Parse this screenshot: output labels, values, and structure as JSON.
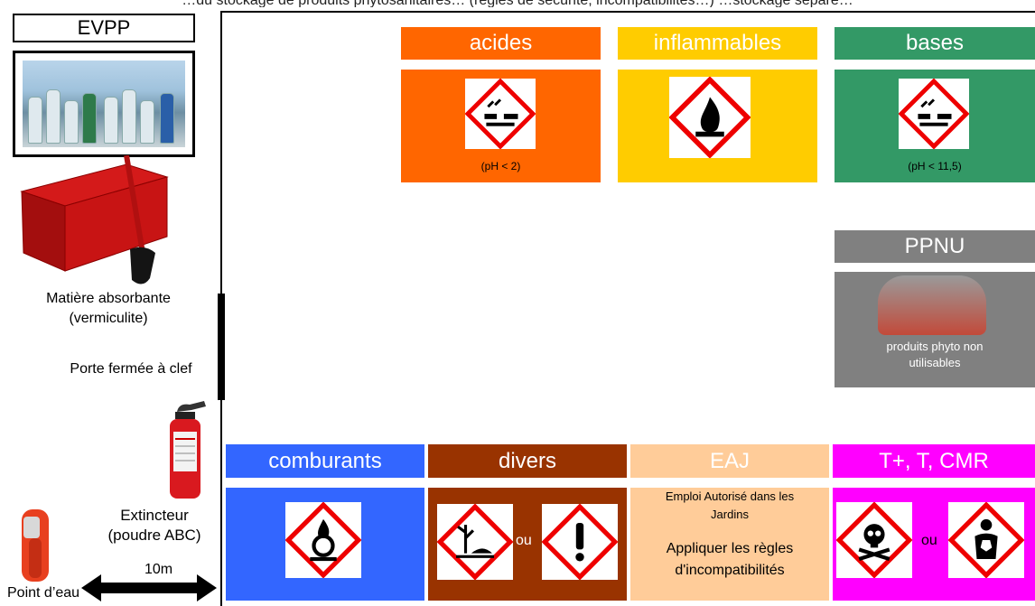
{
  "top_text": "…du stockage de produits phytosanitaires… (règles de sécurité, incompatibilités…) …stockage séparé…",
  "left": {
    "evpp_label": "EVPP",
    "absorbent_label_1": "Matière absorbante",
    "absorbent_label_2": "(vermiculite)",
    "door_label": "Porte fermée à clef",
    "extinguisher_label_1": "Extincteur",
    "extinguisher_label_2": "(poudre ABC)",
    "distance_label": "10m",
    "water_point_label": "Point d’eau"
  },
  "zones": {
    "acides": {
      "label": "acides",
      "note": "(pH < 2)",
      "color": "#ff6600",
      "icon": "corrosion-icon"
    },
    "inflammables": {
      "label": "inflammables",
      "color": "#ffcc00",
      "icon": "flame-icon"
    },
    "bases": {
      "label": "bases",
      "note": "(pH < 11,5)",
      "color": "#339966",
      "icon": "corrosion-icon"
    },
    "ppnu": {
      "label": "PPNU",
      "note_1": "produits phyto non",
      "note_2": "utilisables",
      "color": "#808080"
    },
    "comburants": {
      "label": "comburants",
      "color": "#3366ff",
      "icon": "flame-over-circle-icon"
    },
    "divers": {
      "label": "divers",
      "ou": "ou",
      "color": "#993300",
      "icons": [
        "environment-icon",
        "exclamation-icon"
      ]
    },
    "eaj": {
      "label": "EAJ",
      "note_1": "Emploi Autorisé dans les",
      "note_2": "Jardins",
      "note_3": "Appliquer les règles",
      "note_4": "d'incompatibilités",
      "color": "#ffcc99"
    },
    "toxiques": {
      "label": "T+, T, CMR",
      "ou": "ou",
      "color": "#ff00ff",
      "icons": [
        "skull-icon",
        "health-hazard-icon"
      ]
    }
  }
}
